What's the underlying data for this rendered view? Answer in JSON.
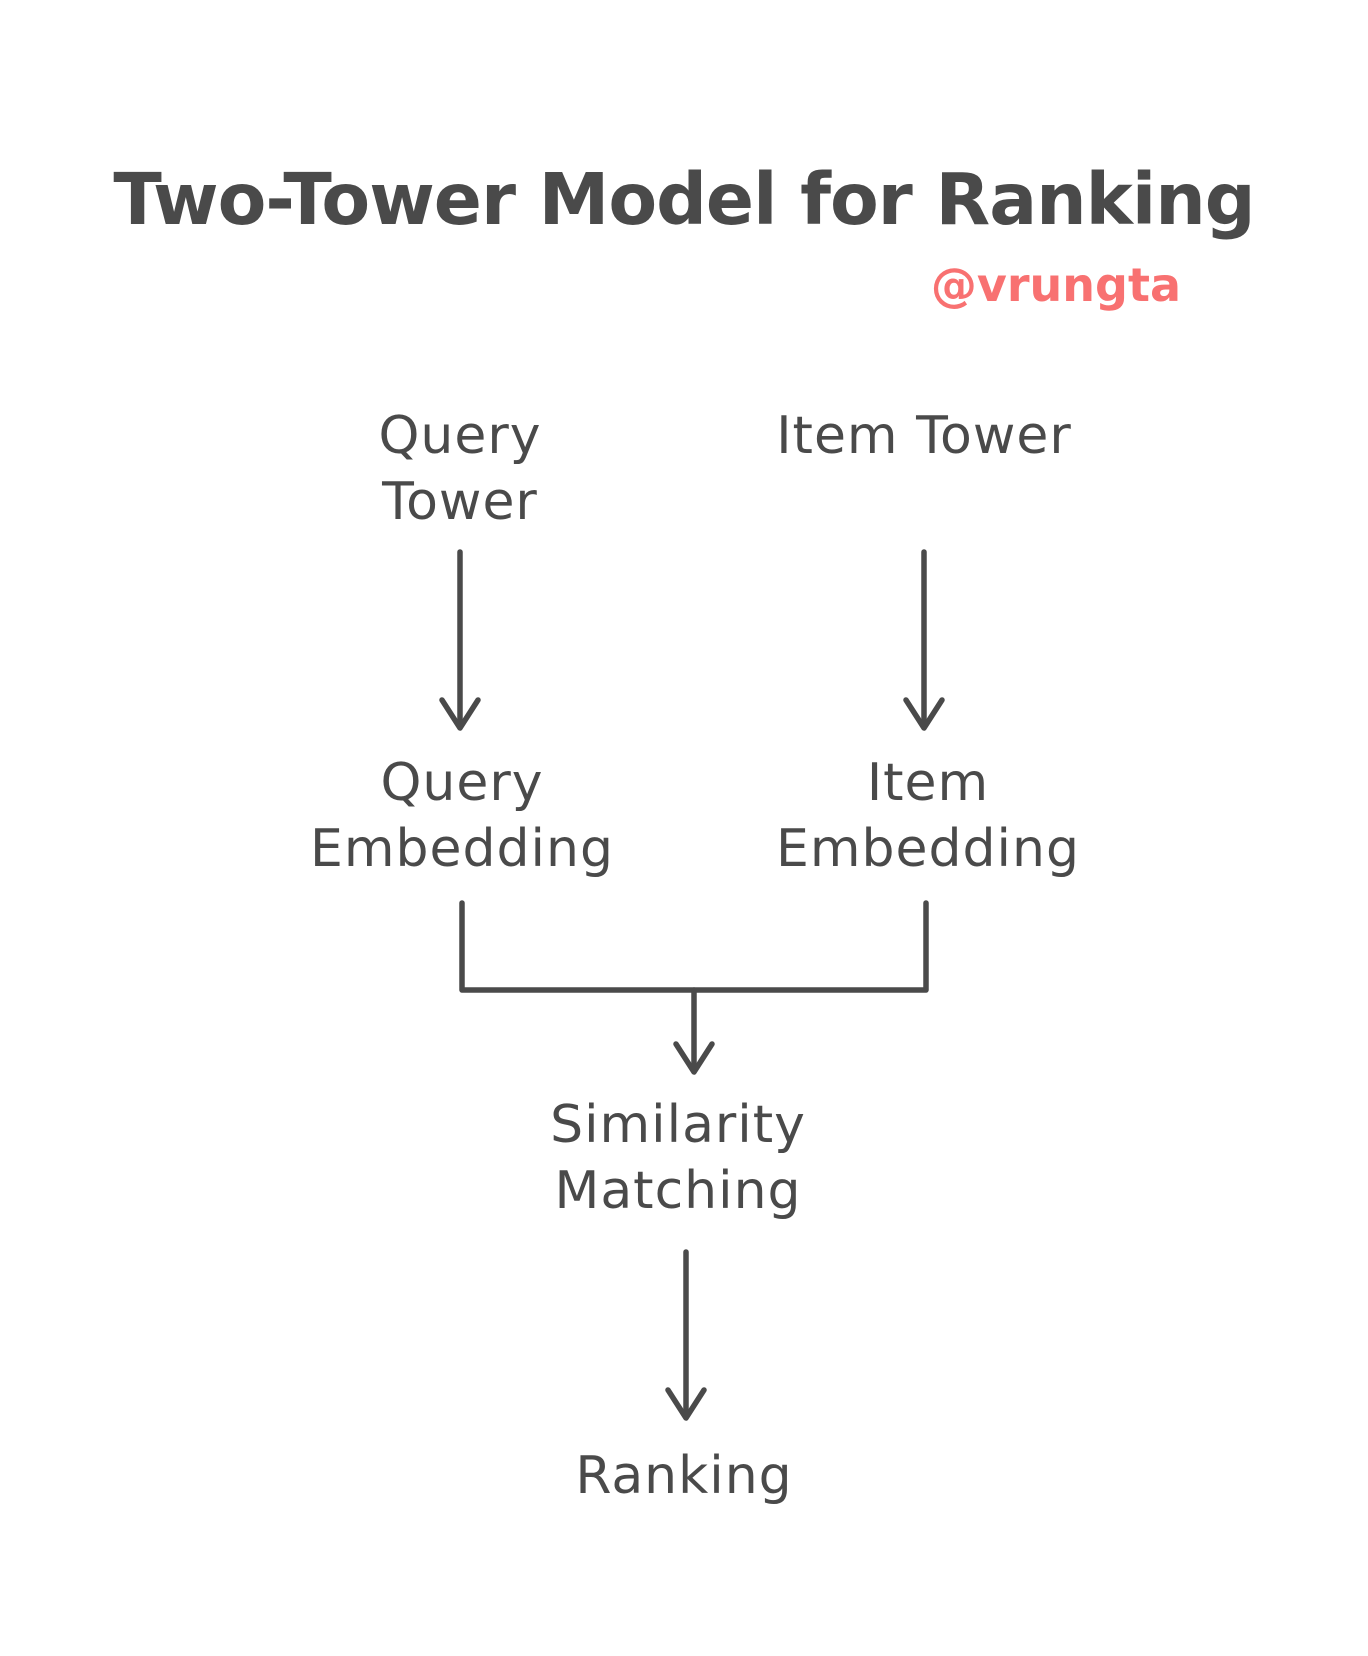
{
  "page": {
    "background": "#ffffff"
  },
  "title": {
    "text": "Two-Tower Model for Ranking",
    "color": "#4a4a4a"
  },
  "attribution": {
    "text": "@vrungta",
    "color": "#f87171"
  },
  "diagram": {
    "type": "flowchart",
    "line_color": "#4a4a4a",
    "nodes": [
      {
        "id": "query-tower",
        "label": "Query Tower"
      },
      {
        "id": "item-tower",
        "label": "Item Tower"
      },
      {
        "id": "query-embedding",
        "label": "Query Embedding"
      },
      {
        "id": "item-embedding",
        "label": "Item Embedding"
      },
      {
        "id": "similarity-matching",
        "label": "Similarity Matching"
      },
      {
        "id": "ranking",
        "label": "Ranking"
      }
    ],
    "edges": [
      {
        "from": "query-tower",
        "to": "query-embedding"
      },
      {
        "from": "item-tower",
        "to": "item-embedding"
      },
      {
        "from": "query-embedding",
        "to": "similarity-matching"
      },
      {
        "from": "item-embedding",
        "to": "similarity-matching"
      },
      {
        "from": "similarity-matching",
        "to": "ranking"
      }
    ]
  }
}
